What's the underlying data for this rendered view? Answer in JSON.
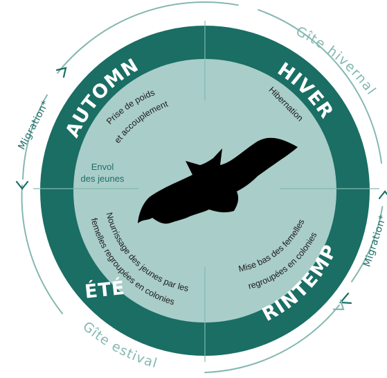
{
  "seasons": {
    "autumn": "AUTOMNE",
    "winter": "HIVER",
    "spring": "PRINTEMPS",
    "summer": "ÉTÉ"
  },
  "activities": {
    "autumn_line1": "Prise de poids",
    "autumn_line2": "et accouplement",
    "winter": "Hibernation",
    "spring_line1": "Mise bas des femelles",
    "spring_line2": "regroupées en colonies",
    "summer_line1": "Nourrissage des jeunes par les",
    "summer_line2": "femelles regroupées en colonies",
    "young_flight_line1": "Envol",
    "young_flight_line2": "des jeunes"
  },
  "outer_labels": {
    "winter_roost": "Gîte hivernal",
    "summer_roost": "Gîte estival",
    "migration_left": "Migration*",
    "migration_right": "Migration*"
  },
  "colors": {
    "ring": "#1a6e64",
    "inner_disc": "#a9cdc9",
    "outer_arc": "#84b8b0",
    "bat": "#000000",
    "text_dark": "#1c1c1c",
    "text_green": "#1f6e66"
  },
  "icons": {
    "center": "bat-silhouette-icon",
    "arrows": "cycle-arrow-icon"
  }
}
